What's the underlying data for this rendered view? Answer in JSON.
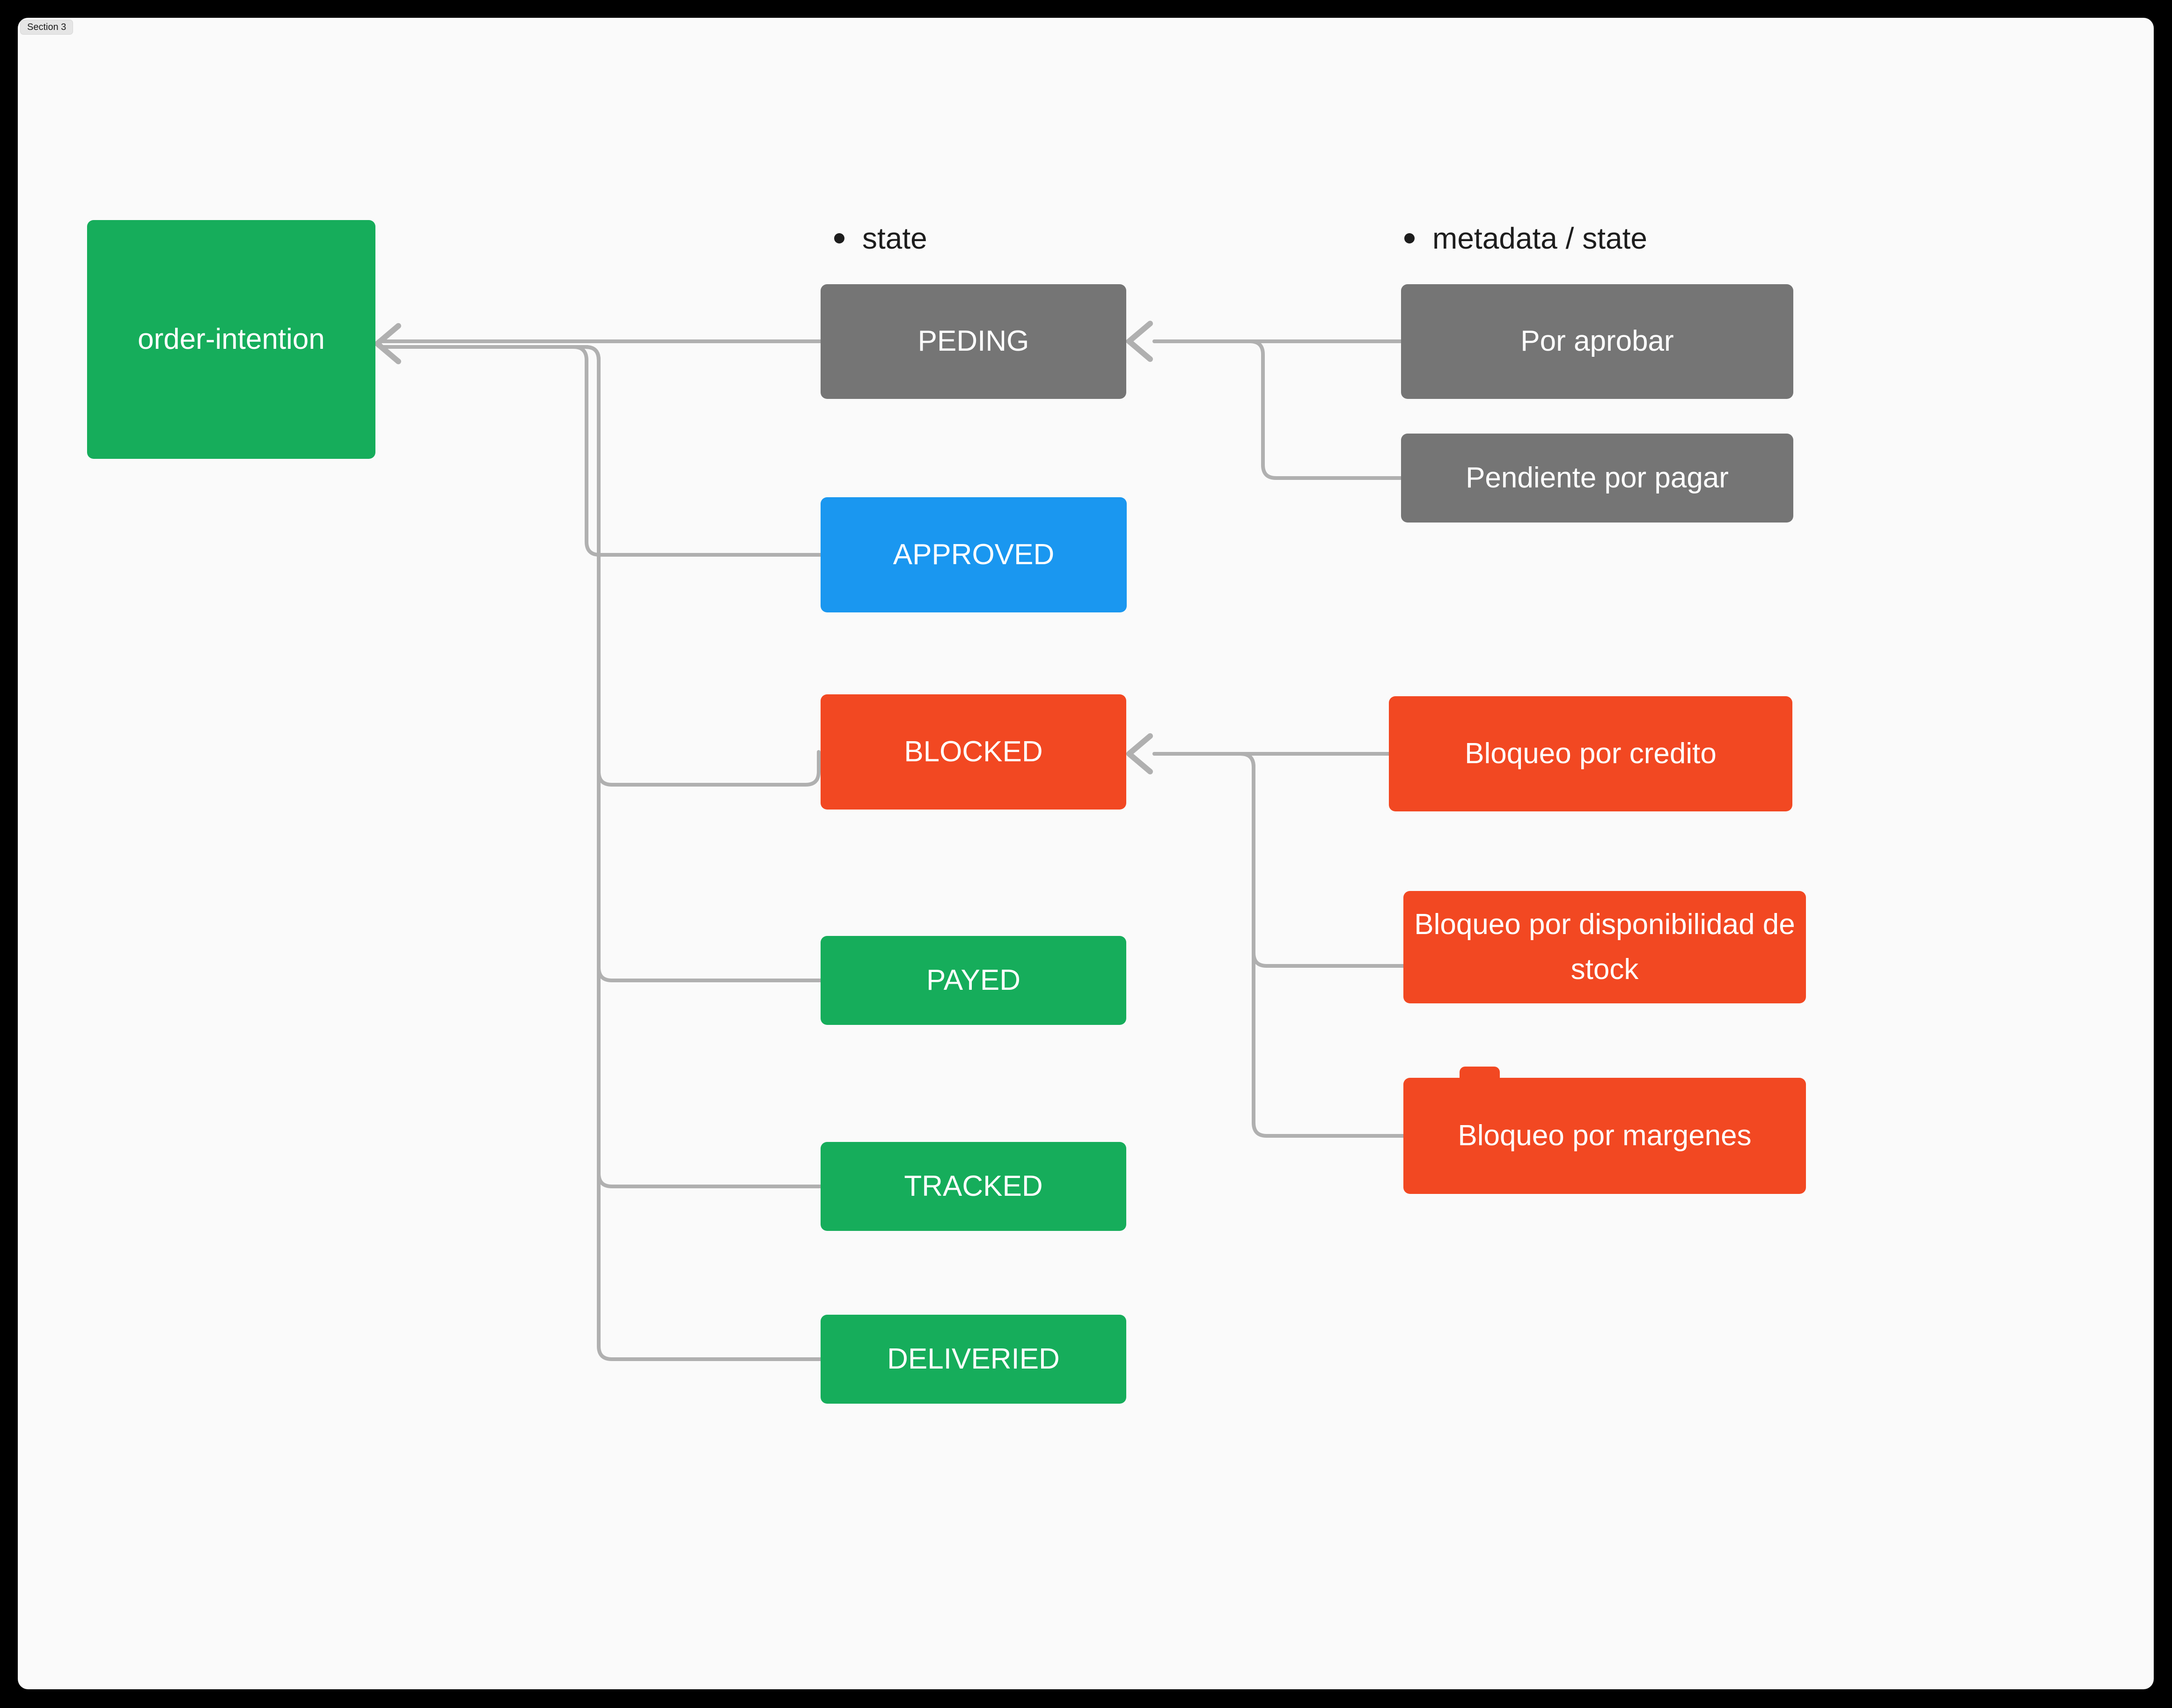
{
  "section": {
    "label": "Section 3"
  },
  "headers": {
    "state": "state",
    "metadata": "metadata / state"
  },
  "colors": {
    "green": "#16ad5b",
    "blue": "#1a97f0",
    "red": "#f24822",
    "gray": "#757575",
    "connector": "#b0b0b0",
    "canvas": "#fafafa",
    "frame": "#000000"
  },
  "nodes": {
    "order_intention": {
      "label": "order-intention",
      "color": "#16ad5b"
    },
    "peding": {
      "label": "PEDING",
      "color": "#757575"
    },
    "approved": {
      "label": "APPROVED",
      "color": "#1a97f0"
    },
    "blocked": {
      "label": "BLOCKED",
      "color": "#f24822"
    },
    "payed": {
      "label": "PAYED",
      "color": "#16ad5b"
    },
    "tracked": {
      "label": "TRACKED",
      "color": "#16ad5b"
    },
    "deliveried": {
      "label": "DELIVERIED",
      "color": "#16ad5b"
    },
    "por_aprobar": {
      "label": "Por aprobar",
      "color": "#757575"
    },
    "pendiente": {
      "label": "Pendiente por pagar",
      "color": "#757575"
    },
    "credito": {
      "label": "Bloqueo por credito",
      "color": "#f24822"
    },
    "disponibilidad": {
      "label": "Bloqueo por disponibilidad de stock",
      "color": "#f24822"
    },
    "margenes": {
      "label": "Bloqueo por margenes",
      "color": "#f24822"
    },
    "notch": {
      "color": "#f24822"
    }
  },
  "edges": [
    {
      "from": "PEDING",
      "to": "order-intention"
    },
    {
      "from": "APPROVED",
      "to": "order-intention"
    },
    {
      "from": "BLOCKED",
      "to": "order-intention"
    },
    {
      "from": "PAYED",
      "to": "order-intention"
    },
    {
      "from": "TRACKED",
      "to": "order-intention"
    },
    {
      "from": "DELIVERIED",
      "to": "order-intention"
    },
    {
      "from": "Por aprobar",
      "to": "PEDING"
    },
    {
      "from": "Pendiente por pagar",
      "to": "PEDING"
    },
    {
      "from": "Bloqueo por credito",
      "to": "BLOCKED"
    },
    {
      "from": "Bloqueo por disponibilidad de stock",
      "to": "BLOCKED"
    },
    {
      "from": "Bloqueo por margenes",
      "to": "BLOCKED"
    }
  ]
}
